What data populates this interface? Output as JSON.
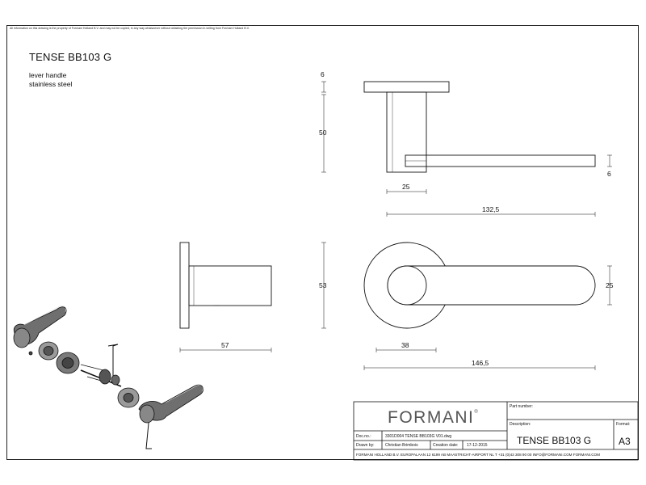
{
  "drawing": {
    "disclaimer": "All information on this drawing is the property of Formani Holland B.V. and may not be copied, in any way whatsoever without obtaining the permission in writing from Formani Holland B.V.",
    "title": "TENSE BB103 G",
    "subtitle_line1": "lever handle",
    "subtitle_line2": "stainless steel"
  },
  "dimensions": {
    "d_6_top": "6",
    "d_50": "50",
    "d_6_lever": "6",
    "d_25_neck": "25",
    "d_132_5": "132,5",
    "d_53": "53",
    "d_25_lever": "25",
    "d_57": "57",
    "d_38": "38",
    "d_146_5": "146,5"
  },
  "title_block": {
    "brand": "FORMANI",
    "brand_mark": "®",
    "part_number_label": "Part number:",
    "part_number_value": "",
    "description_label": "Description:",
    "description_value": "TENSE BB103 G",
    "format_label": "Format:",
    "format_value": "A3",
    "doc_no_label": "Doc.no.:",
    "doc_no_value": "3301D004 TENSE BB103G V01.dwg",
    "drawn_by_label": "Drawn by:",
    "drawn_by_value": "Christian Brimbois",
    "creation_date_label": "Creation date:",
    "creation_date_value": "17-12-2015",
    "footer": "FORMANI HOLLAND B.V.   EUROPALAAN 12  6199 AB MAASTRICHT-AIRPORT NL  T +31 (0)43 308 90 00 INFO@FORMANI.COM FORMANI.COM"
  }
}
